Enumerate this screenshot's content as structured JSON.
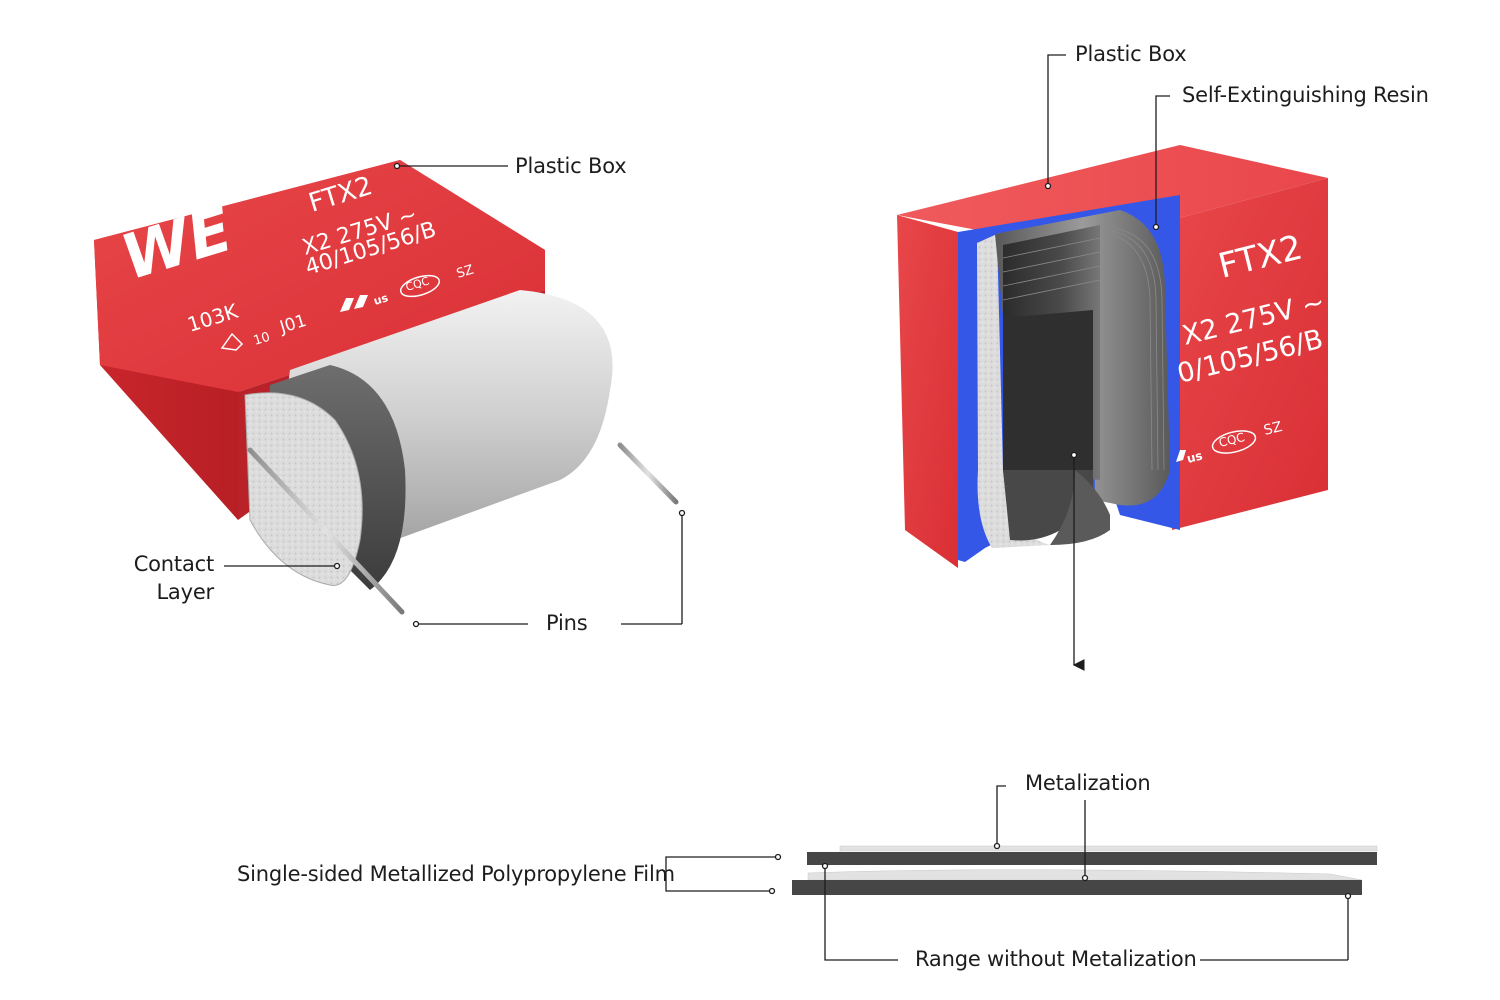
{
  "labels": {
    "plastic_box_left": "Plastic Box",
    "contact_layer_line1": "Contact",
    "contact_layer_line2": "Layer",
    "pins": "Pins",
    "plastic_box_right": "Plastic Box",
    "self_extinguishing_resin": "Self-Extinguishing Resin",
    "metalization": "Metalization",
    "film": "Single-sided Metallized Polypropylene Film",
    "range_without_metalization": "Range without Metalization"
  },
  "capacitor_left": {
    "logo": "WE",
    "model": "FTX2",
    "rating": "X2 275V ~",
    "climatic": "40/105/56/B",
    "capacitance_code": "103K",
    "date_code": "J01",
    "marks": [
      "10",
      "us",
      "CQC",
      "SZ"
    ]
  },
  "capacitor_right": {
    "model": "FTX2",
    "rating": "X2 275V ~",
    "climatic": "0/105/56/B",
    "marks": [
      "us",
      "CQC",
      "SZ"
    ]
  },
  "colors": {
    "case_red": "#e53b3f",
    "resin_blue": "#3557e8",
    "winding_dark": "#3a3a3a",
    "film_gray": "#4a4a4a",
    "metal_light": "#e0e0e0"
  }
}
